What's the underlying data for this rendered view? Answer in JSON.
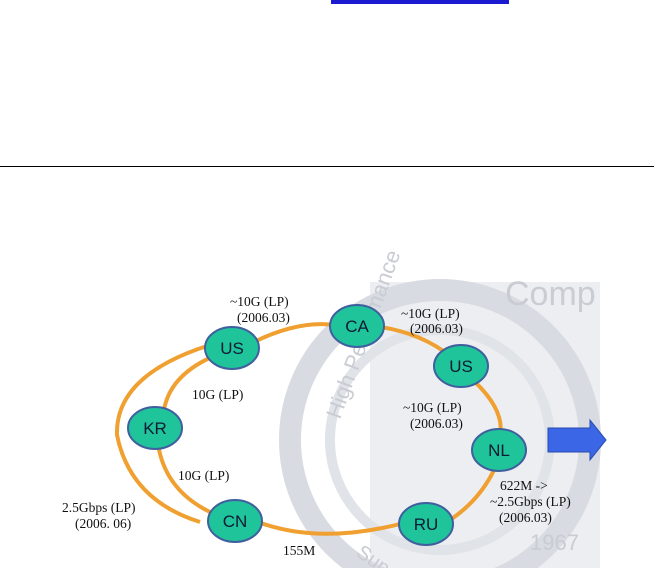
{
  "nodes": [
    {
      "id": "us_west",
      "label": "US"
    },
    {
      "id": "ca",
      "label": "CA"
    },
    {
      "id": "us_east",
      "label": "US"
    },
    {
      "id": "kr",
      "label": "KR"
    },
    {
      "id": "nl",
      "label": "NL"
    },
    {
      "id": "cn",
      "label": "CN"
    },
    {
      "id": "ru",
      "label": "RU"
    }
  ],
  "links": [
    {
      "id": "us_ca",
      "text": [
        "~10G (LP)",
        "(2006.03)"
      ]
    },
    {
      "id": "ca_us",
      "text": [
        "~10G (LP)",
        "(2006.03)"
      ]
    },
    {
      "id": "us_kr",
      "text": [
        "10G (LP)"
      ]
    },
    {
      "id": "us_nl",
      "text": [
        "~10G (LP)",
        "(2006.03)"
      ]
    },
    {
      "id": "kr_cn",
      "text": [
        "10G (LP)"
      ]
    },
    {
      "id": "cn_us",
      "text": [
        "2.5Gbps (LP)",
        "(2006. 06)"
      ]
    },
    {
      "id": "nl_ru",
      "text": [
        "622M ->",
        "~2.5Gbps (LP)",
        "(2006.03)"
      ]
    },
    {
      "id": "cn_ru",
      "text": [
        "155M"
      ]
    }
  ],
  "watermark": {
    "text1": "High Performance",
    "text2": "Comp",
    "year": "1967",
    "side": "Super"
  },
  "colors": {
    "ring": "#f0a030",
    "node_fill": "#1fc49a",
    "node_stroke": "#3f5f9f",
    "arrow": "#3b66e6"
  }
}
